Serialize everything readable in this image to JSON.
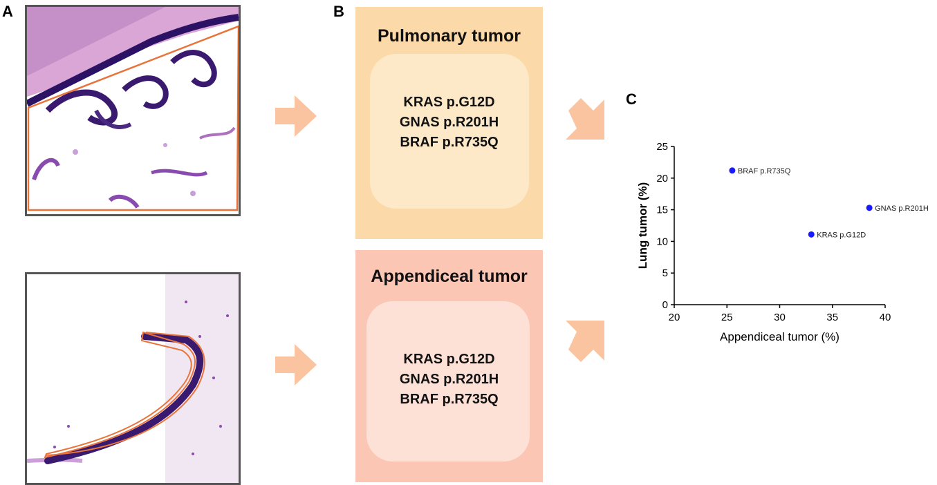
{
  "panels": {
    "a_label": "A",
    "b_label": "B",
    "c_label": "C"
  },
  "pulmonary_card": {
    "title": "Pulmonary tumor",
    "mutations": [
      "KRAS p.G12D",
      "GNAS p.R201H",
      "BRAF p.R735Q"
    ],
    "bg_color": "#fcd9a8",
    "inner_color": "#fde9c8"
  },
  "appendiceal_card": {
    "title": "Appendiceal tumor",
    "mutations": [
      "KRAS p.G12D",
      "GNAS p.R201H",
      "BRAF p.R735Q"
    ],
    "bg_color": "#fcc6b4",
    "inner_color": "#fde0d6"
  },
  "colors": {
    "arrow": "#fbc4a0",
    "outline": "#e8743b",
    "histo_dark": "#3a1a6e",
    "histo_mid": "#8a4bb0",
    "histo_light": "#c9a0d8",
    "point": "#1a1aff"
  },
  "chart_data": {
    "type": "scatter",
    "xlabel": "Appendiceal tumor (%)",
    "ylabel": "Lung tumor (%)",
    "xlim": [
      20,
      40
    ],
    "ylim": [
      0,
      25
    ],
    "xticks": [
      20,
      25,
      30,
      35,
      40
    ],
    "yticks": [
      0,
      5,
      10,
      15,
      20,
      25
    ],
    "grid": false,
    "points": [
      {
        "label": "BRAF p.R735Q",
        "x": 25.5,
        "y": 21.2
      },
      {
        "label": "GNAS p.R201H",
        "x": 38.5,
        "y": 15.3
      },
      {
        "label": "KRAS p.G12D",
        "x": 33.0,
        "y": 11.1
      }
    ]
  }
}
